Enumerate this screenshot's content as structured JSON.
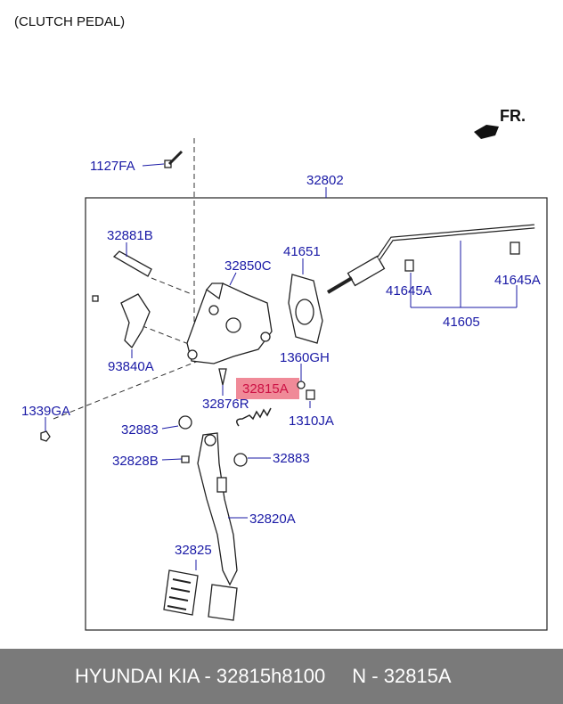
{
  "diagram": {
    "title": "(CLUTCH PEDAL)",
    "direction_label": "FR.",
    "assembly_label": "32802",
    "highlighted_part": "32815A",
    "parts": {
      "p1127FA": "1127FA",
      "p32881B": "32881B",
      "p32850C": "32850C",
      "p41651": "41651",
      "p41645A_left": "41645A",
      "p41645A_right": "41645A",
      "p41605": "41605",
      "p93840A": "93840A",
      "p1360GH": "1360GH",
      "p1339GA": "1339GA",
      "p32876R": "32876R",
      "p1310JA": "1310JA",
      "p32883_top": "32883",
      "p32828B": "32828B",
      "p32883_right": "32883",
      "p32820A": "32820A",
      "p32825": "32825"
    }
  },
  "footer": {
    "brand_part": "HYUNDAI KIA - 32815h8100",
    "ref": "N - 32815A"
  }
}
